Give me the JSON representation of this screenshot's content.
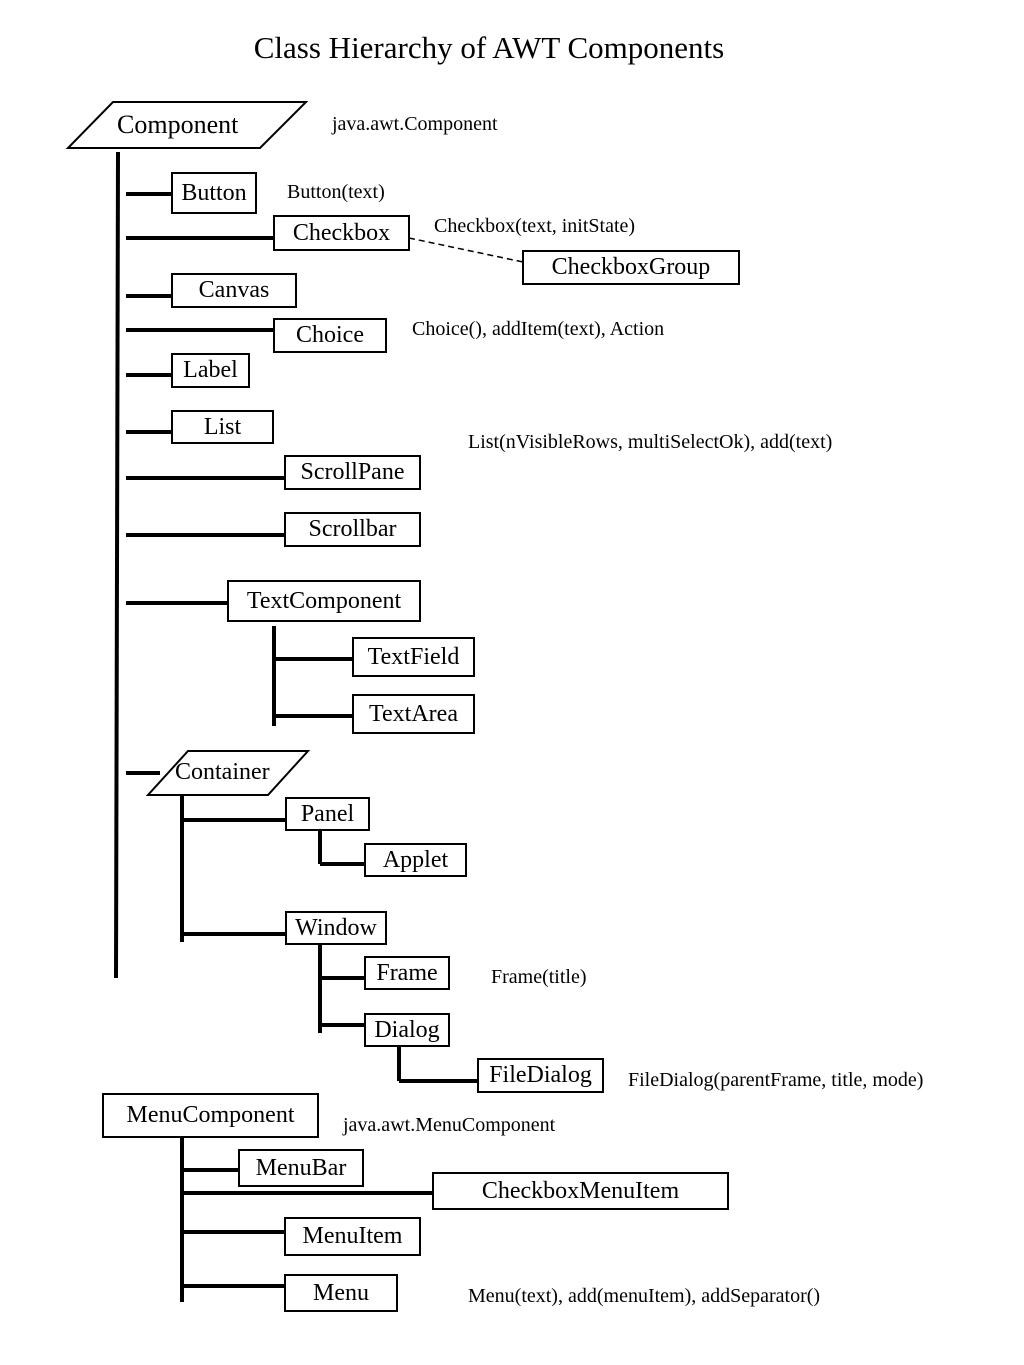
{
  "title": "Class Hierarchy of AWT Components",
  "roots": {
    "component": "Component",
    "container": "Container"
  },
  "classes": {
    "button": "Button",
    "checkbox": "Checkbox",
    "checkbox_group": "CheckboxGroup",
    "canvas": "Canvas",
    "choice": "Choice",
    "label": "Label",
    "list": "List",
    "scroll_pane": "ScrollPane",
    "scrollbar": "Scrollbar",
    "text_component": "TextComponent",
    "text_field": "TextField",
    "text_area": "TextArea",
    "panel": "Panel",
    "applet": "Applet",
    "window": "Window",
    "frame": "Frame",
    "dialog": "Dialog",
    "file_dialog": "FileDialog",
    "menu_component": "MenuComponent",
    "menu_bar": "MenuBar",
    "checkbox_menu_item": "CheckboxMenuItem",
    "menu_item": "MenuItem",
    "menu": "Menu"
  },
  "notes": {
    "component": "java.awt.Component",
    "button": "Button(text)",
    "checkbox": "Checkbox(text, initState)",
    "choice": "Choice(), addItem(text), Action",
    "list": "List(nVisibleRows, multiSelectOk), add(text)",
    "frame": "Frame(title)",
    "file_dialog": "FileDialog(parentFrame, title, mode)",
    "menu_component": "java.awt.MenuComponent",
    "menu": "Menu(text), add(menuItem), addSeparator()"
  }
}
